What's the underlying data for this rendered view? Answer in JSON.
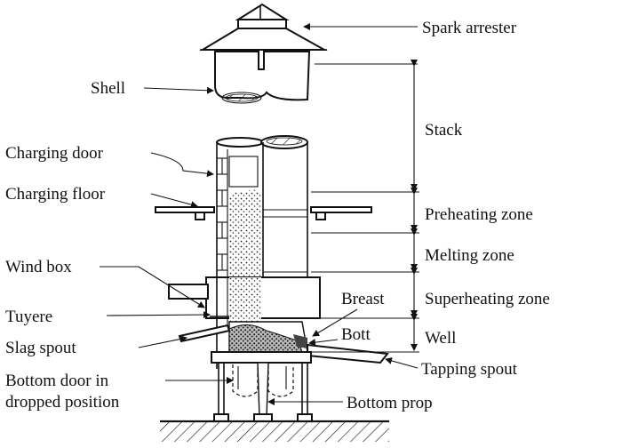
{
  "labels": {
    "spark_arrester": "Spark arrester",
    "shell": "Shell",
    "stack": "Stack",
    "charging_door": "Charging door",
    "charging_floor": "Charging floor",
    "preheating_zone": "Preheating zone",
    "melting_zone": "Melting zone",
    "wind_box": "Wind box",
    "breast": "Breast",
    "superheating_zone": "Superheating zone",
    "tuyere": "Tuyere",
    "bott": "Bott",
    "well": "Well",
    "slag_spout": "Slag spout",
    "tapping_spout": "Tapping spout",
    "bottom_door_line1": "Bottom door in",
    "bottom_door_line2": "dropped position",
    "bottom_prop": "Bottom prop"
  }
}
